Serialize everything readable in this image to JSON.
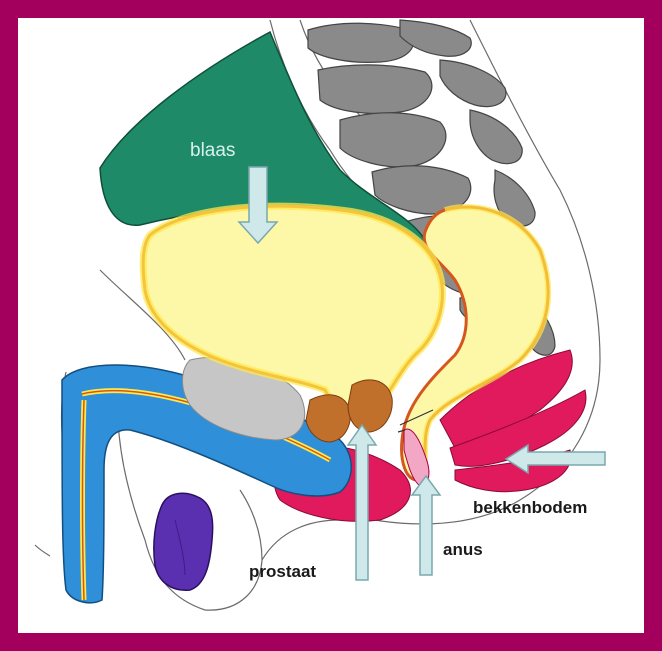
{
  "labels": {
    "blaas": "blaas",
    "prostaat": "prostaat",
    "anus": "anus",
    "bekkenbodem": "bekkenbodem"
  },
  "colors": {
    "frame": "#a3005e",
    "bladder_fill": "#fdf8a8",
    "bladder_outline": "#d4571e",
    "bladder_rim": "#ffe84a",
    "peritoneum": "#1f8a68",
    "bone": "#8a8a8a",
    "urethra_blue": "#2f8fd8",
    "pelvic_floor": "#e01a5c",
    "prostate": "#c1702c",
    "testis": "#5a2fb0",
    "arrow_fill": "#cfe8ea",
    "arrow_stroke": "#7aa8ad"
  }
}
